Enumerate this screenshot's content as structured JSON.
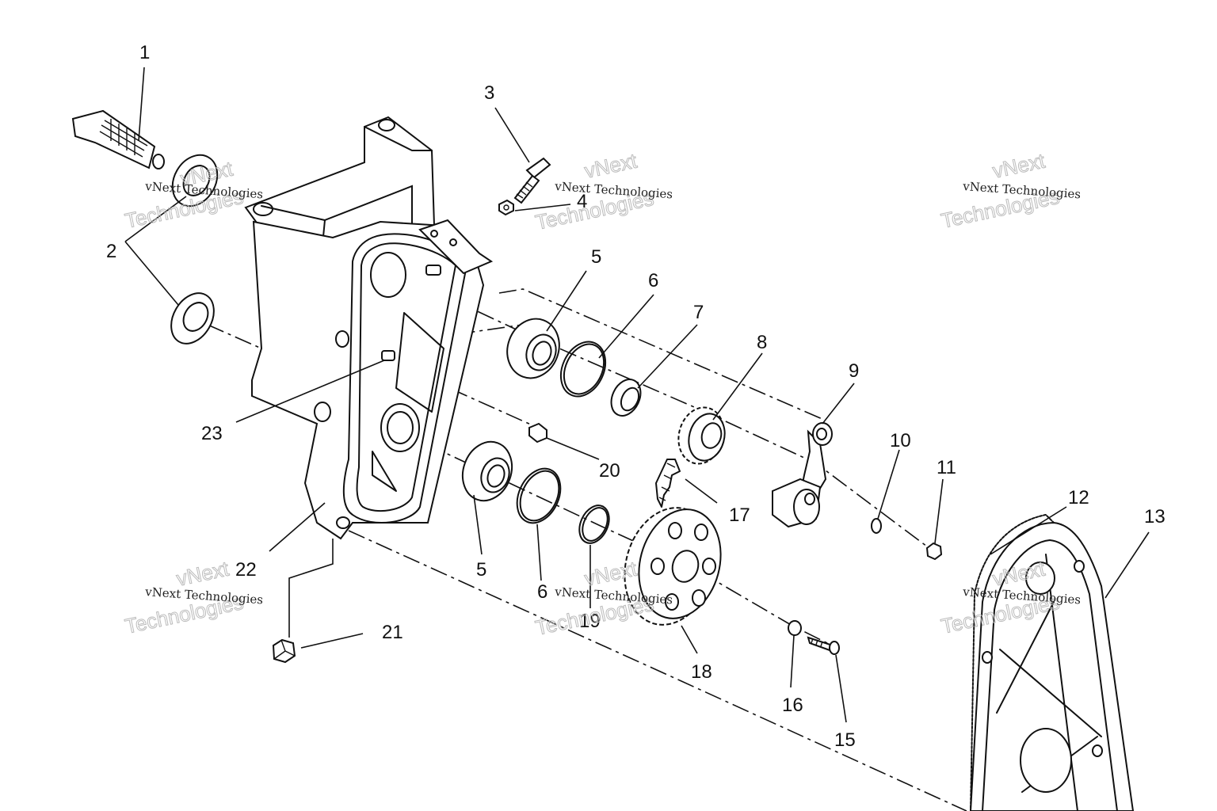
{
  "callouts": [
    {
      "id": "c1",
      "label": "1"
    },
    {
      "id": "c2",
      "label": "2"
    },
    {
      "id": "c3",
      "label": "3"
    },
    {
      "id": "c4",
      "label": "4"
    },
    {
      "id": "c5a",
      "label": "5"
    },
    {
      "id": "c5b",
      "label": "5"
    },
    {
      "id": "c6a",
      "label": "6"
    },
    {
      "id": "c6b",
      "label": "6"
    },
    {
      "id": "c7",
      "label": "7"
    },
    {
      "id": "c8",
      "label": "8"
    },
    {
      "id": "c9",
      "label": "9"
    },
    {
      "id": "c10",
      "label": "10"
    },
    {
      "id": "c11",
      "label": "11"
    },
    {
      "id": "c12",
      "label": "12"
    },
    {
      "id": "c13",
      "label": "13"
    },
    {
      "id": "c15",
      "label": "15"
    },
    {
      "id": "c16",
      "label": "16"
    },
    {
      "id": "c17",
      "label": "17"
    },
    {
      "id": "c18",
      "label": "18"
    },
    {
      "id": "c19",
      "label": "19"
    },
    {
      "id": "c20",
      "label": "20"
    },
    {
      "id": "c21",
      "label": "21"
    },
    {
      "id": "c22",
      "label": "22"
    },
    {
      "id": "c23",
      "label": "23"
    }
  ],
  "watermark": {
    "line1": "vNext Technologies",
    "line2": "Technologies",
    "line3": "vNext"
  }
}
